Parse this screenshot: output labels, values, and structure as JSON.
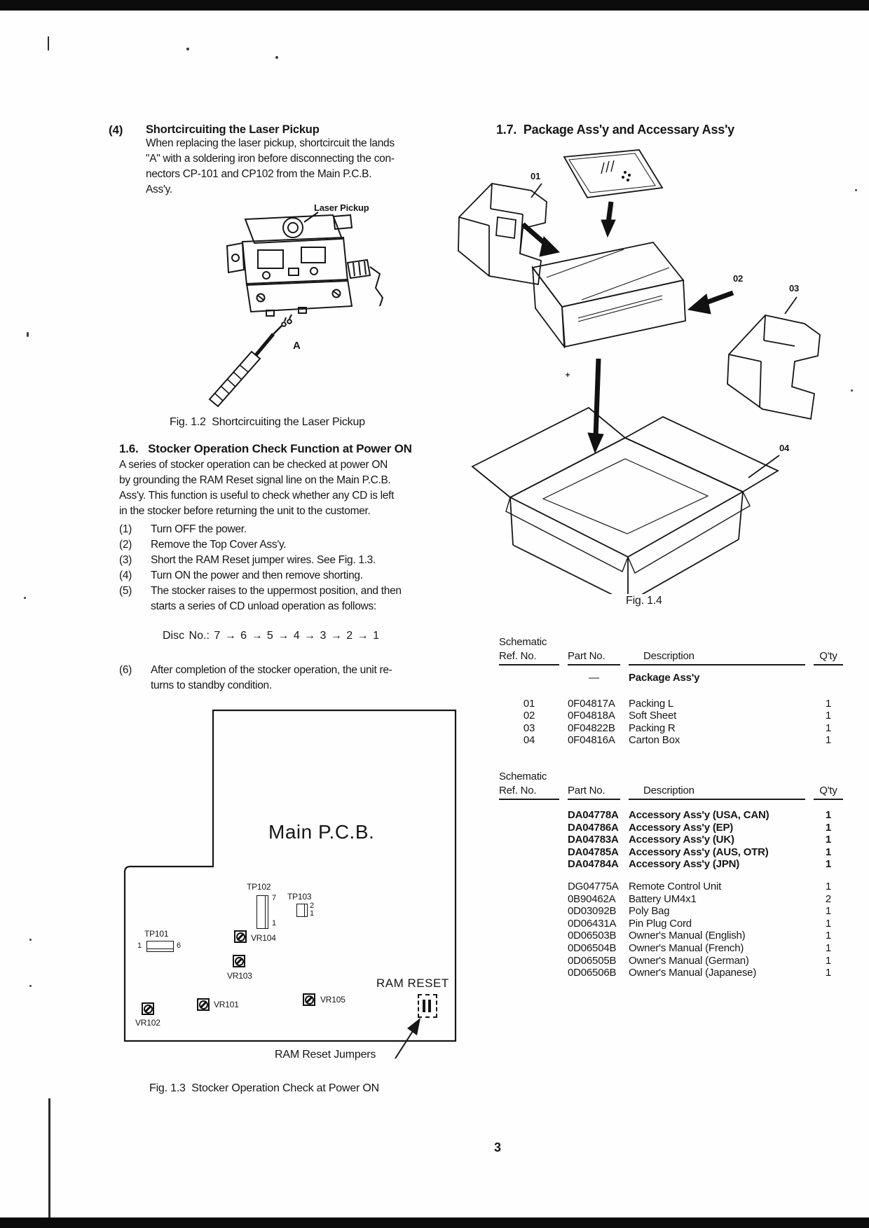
{
  "page": {
    "number": "3"
  },
  "left_col": {
    "sec4": {
      "num": "(4)",
      "title": "Shortcircuiting the Laser Pickup",
      "body": "When replacing the laser pickup, shortcircuit the lands\n\"A\" with a soldering iron before disconnecting the con-\nnectors CP-101 and CP102 from the Main P.C.B.\nAss'y."
    },
    "fig12": {
      "pickup_label": "Laser Pickup",
      "land_label": "A",
      "caption": "Fig. 1.2  Shortcircuiting the Laser Pickup"
    },
    "sec16": {
      "heading": "1.6.   Stocker Operation Check Function at Power ON",
      "intro": "A series of stocker operation can be checked at power ON\nby grounding the RAM Reset signal line on the Main P.C.B.\nAss'y. This function is useful to check whether any CD is left\nin the stocker before returning the unit to the customer.",
      "steps": [
        {
          "num": "(1)",
          "text": "Turn OFF the power."
        },
        {
          "num": "(2)",
          "text": "Remove the Top Cover Ass'y."
        },
        {
          "num": "(3)",
          "text": "Short the RAM Reset jumper wires. See Fig. 1.3."
        },
        {
          "num": "(4)",
          "text": "Turn ON the power and then remove shorting."
        },
        {
          "num": "(5)",
          "text": "The stocker raises to the uppermost position, and then\nstarts a series of CD unload operation as follows:"
        },
        {
          "num": "(6)",
          "text": "After completion of the stocker operation, the unit re-\nturns to standby condition."
        }
      ],
      "disc_sequence": "Disc No.: 7 → 6 → 5 → 4 → 3 → 2 → 1"
    },
    "fig13": {
      "board_title": "Main P.C.B.",
      "tp101": {
        "label": "TP101",
        "pin_left": "1",
        "pin_right": "6"
      },
      "tp102": {
        "label": "TP102",
        "pin_top": "7",
        "pin_bottom": "1"
      },
      "tp103": {
        "label": "TP103",
        "pin_top": "2",
        "pin_bottom": "1"
      },
      "vr101": "VR101",
      "vr102": "VR102",
      "vr103": "VR103",
      "vr104": "VR104",
      "vr105": "VR105",
      "ram_reset_label": "RAM RESET",
      "jumpers_label": "RAM Reset Jumpers",
      "caption": "Fig. 1.3  Stocker Operation Check at Power ON"
    }
  },
  "right_col": {
    "sec17_heading": "1.7.  Package Ass'y and Accessary Ass'y",
    "fig14": {
      "label_01": "01",
      "label_02": "02",
      "label_03": "03",
      "label_04": "04",
      "caption": "Fig. 1.4"
    },
    "package_table": {
      "headers": {
        "ref1": "Schematic",
        "ref2": "Ref. No.",
        "part": "Part No.",
        "desc": "Description",
        "qty": "Q'ty"
      },
      "group_row": {
        "part": "—",
        "desc": "Package Ass'y"
      },
      "rows": [
        {
          "ref": "01",
          "part": "0F04817A",
          "desc": "Packing L",
          "qty": "1"
        },
        {
          "ref": "02",
          "part": "0F04818A",
          "desc": "Soft Sheet",
          "qty": "1"
        },
        {
          "ref": "03",
          "part": "0F04822B",
          "desc": "Packing R",
          "qty": "1"
        },
        {
          "ref": "04",
          "part": "0F04816A",
          "desc": "Carton Box",
          "qty": "1"
        }
      ]
    },
    "accessory_table": {
      "headers": {
        "ref1": "Schematic",
        "ref2": "Ref. No.",
        "part": "Part No.",
        "desc": "Description",
        "qty": "Q'ty"
      },
      "variant_rows": [
        {
          "ref": "",
          "part": "DA04778A",
          "desc": "Accessory Ass'y (USA, CAN)",
          "qty": "1"
        },
        {
          "ref": "",
          "part": "DA04786A",
          "desc": "Accessory Ass'y (EP)",
          "qty": "1"
        },
        {
          "ref": "",
          "part": "DA04783A",
          "desc": "Accessory Ass'y (UK)",
          "qty": "1"
        },
        {
          "ref": "",
          "part": "DA04785A",
          "desc": "Accessory Ass'y (AUS, OTR)",
          "qty": "1"
        },
        {
          "ref": "",
          "part": "DA04784A",
          "desc": "Accessory Ass'y (JPN)",
          "qty": "1"
        }
      ],
      "item_rows": [
        {
          "ref": "",
          "part": "DG04775A",
          "desc": "Remote Control Unit",
          "qty": "1"
        },
        {
          "ref": "",
          "part": "0B90462A",
          "desc": "Battery UM4x1",
          "qty": "2"
        },
        {
          "ref": "",
          "part": "0D03092B",
          "desc": "Poly Bag",
          "qty": "1"
        },
        {
          "ref": "",
          "part": "0D06431A",
          "desc": "Pin Plug Cord",
          "qty": "1"
        },
        {
          "ref": "",
          "part": "0D06503B",
          "desc": "Owner's Manual (English)",
          "qty": "1"
        },
        {
          "ref": "",
          "part": "0D06504B",
          "desc": "Owner's Manual (French)",
          "qty": "1"
        },
        {
          "ref": "",
          "part": "0D06505B",
          "desc": "Owner's Manual (German)",
          "qty": "1"
        },
        {
          "ref": "",
          "part": "0D06506B",
          "desc": "Owner's Manual (Japanese)",
          "qty": "1"
        }
      ]
    }
  }
}
